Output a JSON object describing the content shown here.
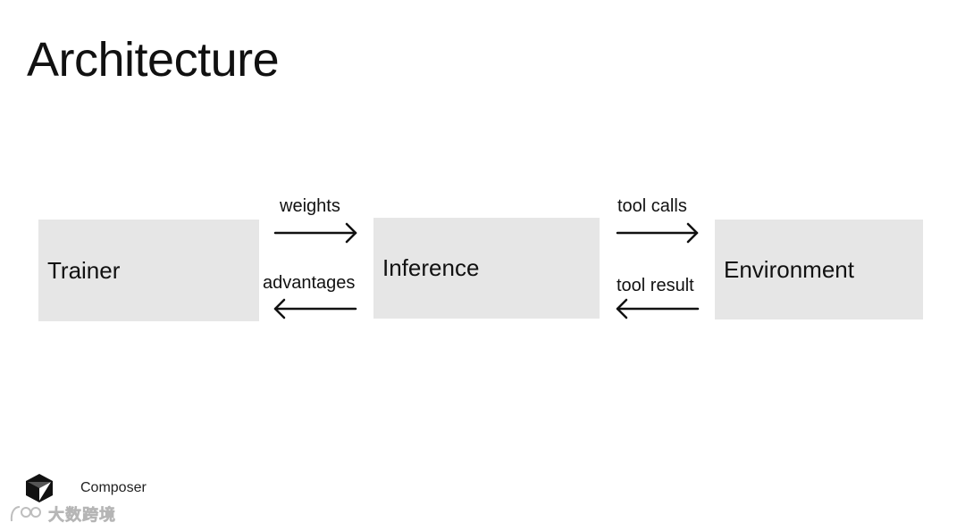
{
  "slide": {
    "title": "Architecture"
  },
  "diagram": {
    "nodes": [
      {
        "id": "trainer",
        "label": "Trainer"
      },
      {
        "id": "inference",
        "label": "Inference"
      },
      {
        "id": "environment",
        "label": "Environment"
      }
    ],
    "edges": [
      {
        "from": "trainer",
        "to": "inference",
        "label": "weights"
      },
      {
        "from": "inference",
        "to": "trainer",
        "label": "advantages"
      },
      {
        "from": "inference",
        "to": "environment",
        "label": "tool calls"
      },
      {
        "from": "environment",
        "to": "inference",
        "label": "tool result"
      }
    ],
    "box_color": "#e6e6e6",
    "arrow_color": "#111111"
  },
  "footer": {
    "logo_icon": "cube-logo-icon",
    "brand_label": "Composer",
    "watermark_text": "大数跨境",
    "watermark_icon": "watermark-logo-icon"
  }
}
